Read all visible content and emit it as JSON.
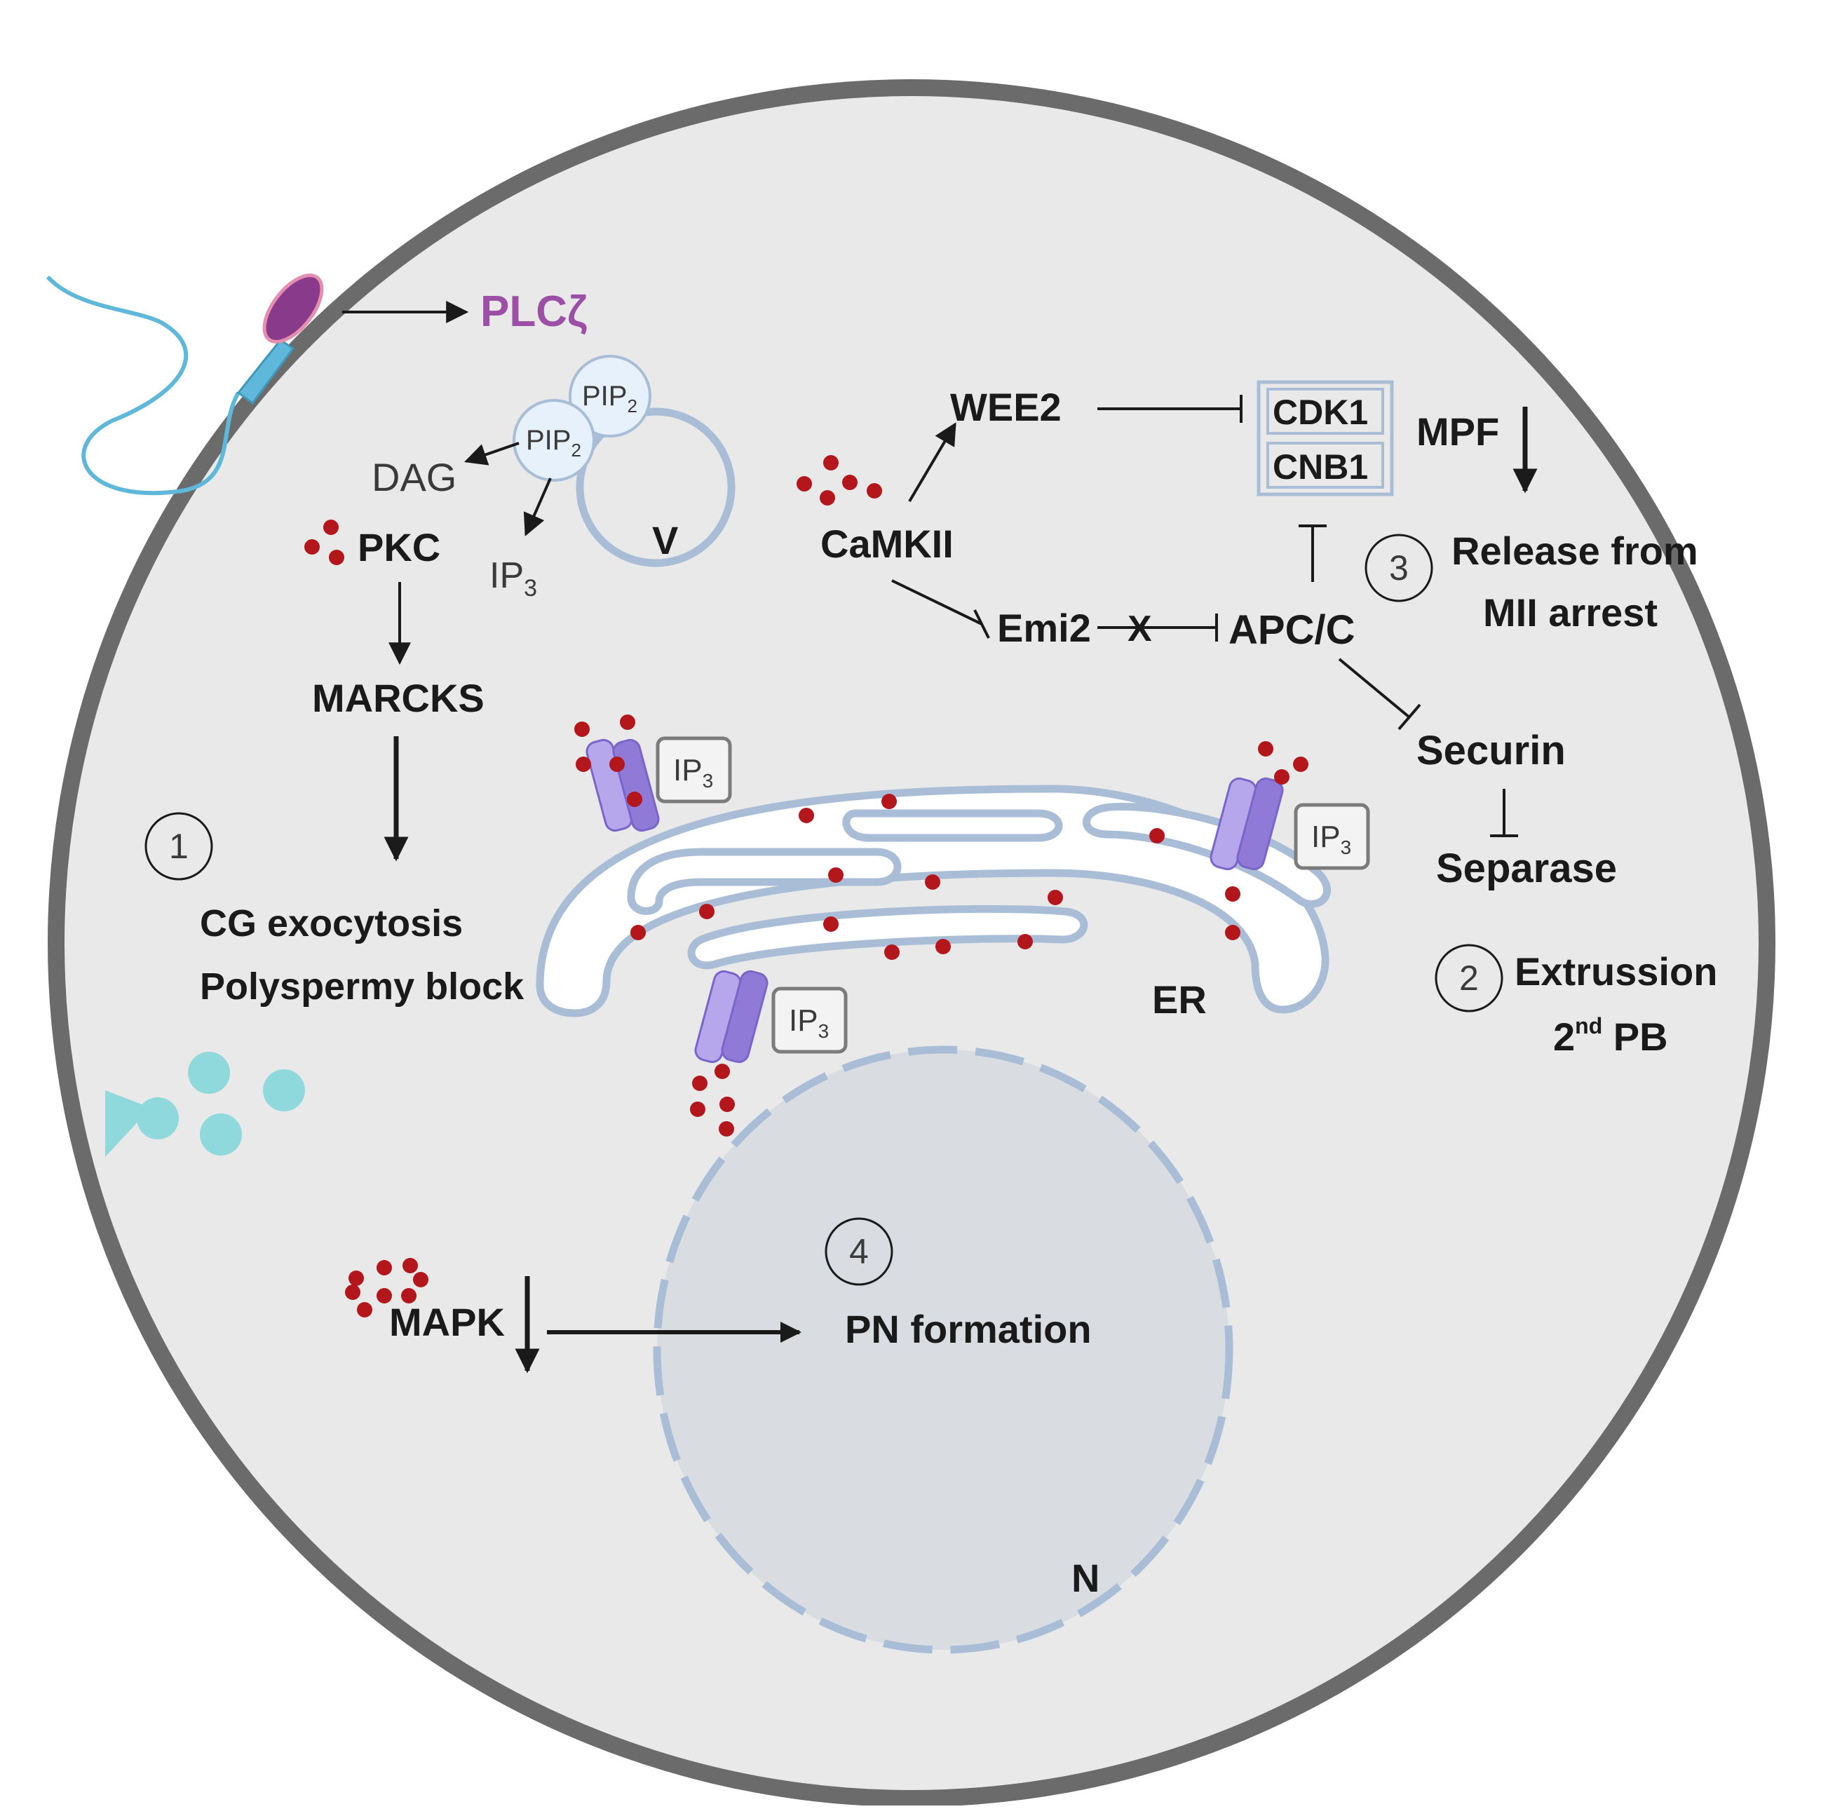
{
  "colors": {
    "cell_fill": "#e9e9e9",
    "cell_border": "#6b6b6b",
    "membrane": "#a9bed6",
    "calcium": "#b3161b",
    "channel": "#9b85d8",
    "cortical_granule": "#8fd9dd",
    "plc": "#9b4fa5",
    "sperm_body": "#5fb8d9",
    "sperm_head": "#8a3a8a"
  },
  "labels": {
    "plc": "PLCζ",
    "pip2_a": "PIP",
    "pip2_b": "PIP",
    "pip2_sub": "2",
    "dag": "DAG",
    "ip3_main": "IP",
    "ip3_sub": "3",
    "vesicle": "V",
    "pkc": "PKC",
    "marcks": "MARCKS",
    "step1_num": "1",
    "cg_exocytosis": "CG exocytosis",
    "polyspermy": "Polyspermy block",
    "camkii": "CaMKII",
    "wee2": "WEE2",
    "cdk1": "CDK1",
    "cnb1": "CNB1",
    "mpf": "MPF",
    "emi2": "Emi2",
    "x_mark": "X",
    "apcc": "APC/C",
    "step3_num": "3",
    "release_line1": "Release from",
    "release_line2": "MII arrest",
    "securin": "Securin",
    "separase": "Separase",
    "step2_num": "2",
    "extrusion": "Extrussion",
    "pb_num": "2",
    "pb_sup": "nd",
    "pb": " PB",
    "er": "ER",
    "ip3_channel": "IP",
    "ip3_channel_sub": "3",
    "step4_num": "4",
    "mapk": "MAPK",
    "pn_formation": "PN formation",
    "nucleus": "N"
  }
}
